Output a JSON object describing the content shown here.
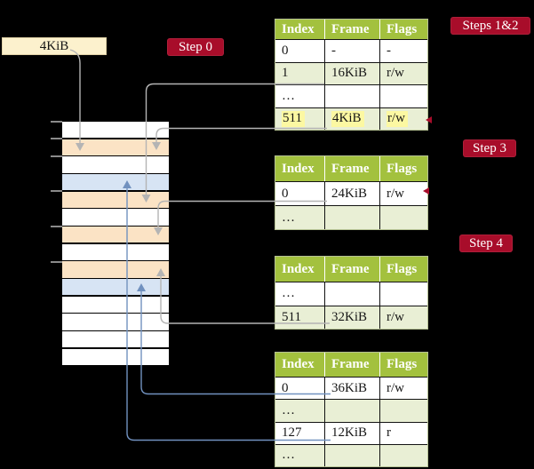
{
  "page_size_box": "4KiB",
  "step_labels": {
    "step0": "Step 0",
    "steps12": "Steps 1&2",
    "step3": "Step 3",
    "step4": "Step 4"
  },
  "colors": {
    "badge-red": "#a80d2a",
    "header-green": "#a3c13e",
    "row-green": "#e9efd5",
    "table-border": "#b6c294",
    "frame-orange": "#fbe3c5",
    "frame-blue": "#d7e4f4",
    "cream": "#fcf1cd",
    "highlight-yellow": "#fcf8a2",
    "gray-line": "#b4b4b4",
    "blue-line": "#7191bf"
  },
  "memory_frames": [
    "white",
    "orange",
    "white",
    "blue",
    "orange",
    "white",
    "orange",
    "white",
    "orange",
    "blue",
    "white",
    "white",
    "white",
    "white"
  ],
  "tables": [
    {
      "id": "steps-1-2",
      "headers": [
        "Index",
        "Frame",
        "Flags"
      ],
      "rows": [
        {
          "cells": [
            "0",
            "-",
            "-"
          ],
          "shade": "white",
          "highlight": false
        },
        {
          "cells": [
            "1",
            "16KiB",
            "r/w"
          ],
          "shade": "green",
          "highlight": false
        },
        {
          "cells": [
            "…",
            "",
            ""
          ],
          "shade": "white",
          "highlight": false
        },
        {
          "cells": [
            "511",
            "4KiB",
            "r/w"
          ],
          "shade": "green",
          "highlight": true
        }
      ]
    },
    {
      "id": "step-3",
      "headers": [
        "Index",
        "Frame",
        "Flags"
      ],
      "rows": [
        {
          "cells": [
            "0",
            "24KiB",
            "r/w"
          ],
          "shade": "white",
          "highlight": false
        },
        {
          "cells": [
            "…",
            "",
            ""
          ],
          "shade": "green",
          "highlight": false
        }
      ]
    },
    {
      "id": "step-4-upper",
      "headers": [
        "Index",
        "Frame",
        "Flags"
      ],
      "rows": [
        {
          "cells": [
            "…",
            "",
            ""
          ],
          "shade": "white",
          "highlight": false
        },
        {
          "cells": [
            "511",
            "32KiB",
            "r/w"
          ],
          "shade": "green",
          "highlight": false
        }
      ]
    },
    {
      "id": "step-4-lower",
      "headers": [
        "Index",
        "Frame",
        "Flags"
      ],
      "rows": [
        {
          "cells": [
            "0",
            "36KiB",
            "r/w"
          ],
          "shade": "white",
          "highlight": false
        },
        {
          "cells": [
            "…",
            "",
            ""
          ],
          "shade": "green",
          "highlight": false
        },
        {
          "cells": [
            "127",
            "12KiB",
            "r"
          ],
          "shade": "white",
          "highlight": false
        },
        {
          "cells": [
            "…",
            "",
            ""
          ],
          "shade": "green",
          "highlight": false
        }
      ]
    }
  ]
}
